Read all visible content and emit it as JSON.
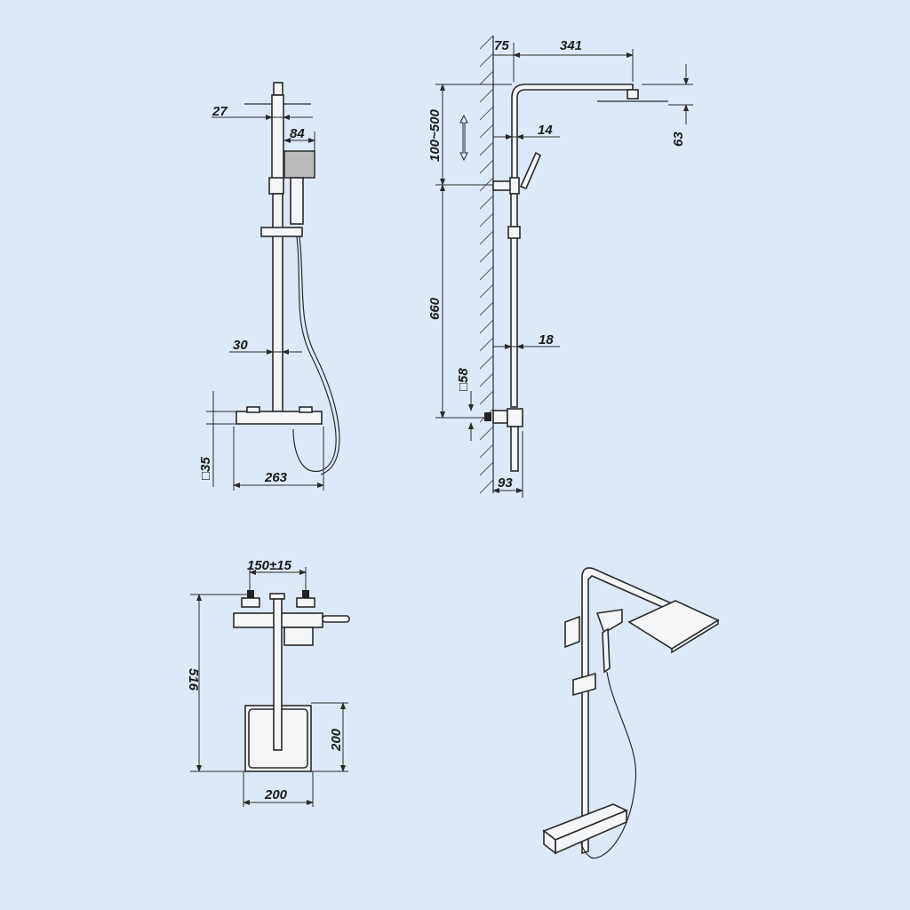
{
  "colors": {
    "background": "#dde9f7",
    "line": "#2a2a2a"
  },
  "front_view": {
    "dims": {
      "head_pipe": "27",
      "hand_shower": "84",
      "rail": "30",
      "valve_square": "□35",
      "valve_width": "263"
    }
  },
  "side_view": {
    "dims": {
      "wall_offset": "75",
      "arm_length": "341",
      "head_height": "63",
      "arm_pipe": "14",
      "adjust_range": "100~500",
      "rail_length": "660",
      "rail_pipe": "18",
      "wall_plate": "□58",
      "valve_depth": "93"
    }
  },
  "top_view": {
    "dims": {
      "inlet_centres": "150±15",
      "depth": "516",
      "head_depth": "200",
      "head_width": "200"
    }
  }
}
